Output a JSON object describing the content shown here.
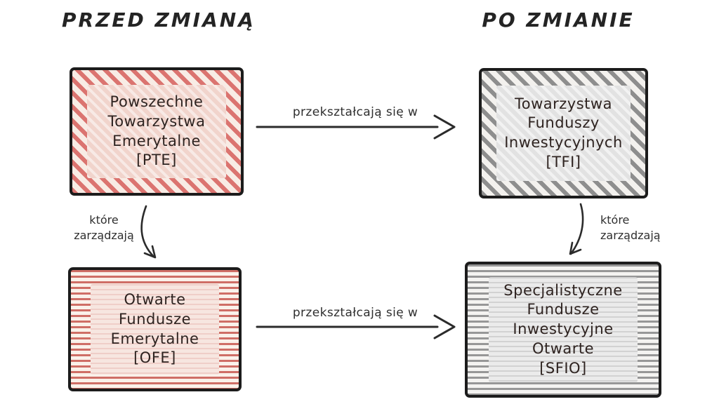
{
  "diagram": {
    "before": {
      "title": "PRZED ZMIANĄ"
    },
    "after": {
      "title": "PO ZMIANIE"
    },
    "boxes": {
      "pte": {
        "label": "Powszechne\nTowarzystwa\nEmerytalne\n[PTE]",
        "theme": "red-diagonal-hatch"
      },
      "tfi": {
        "label": "Towarzystwa\nFunduszy\nInwestycyjnych\n[TFI]",
        "theme": "gray-diagonal-hatch"
      },
      "ofe": {
        "label": "Otwarte\nFundusze\nEmerytalne\n[OFE]",
        "theme": "red-horizontal-lines"
      },
      "sfio": {
        "label": "Specjalistyczne\nFundusze\nInwestycyjne\nOtwarte\n[SFIO]",
        "theme": "gray-horizontal-lines"
      }
    },
    "arrows": {
      "transform_label": "przekształcają się w",
      "manage_label": "które\nzarządzają"
    },
    "colors": {
      "red_accent": "#d96f6b",
      "gray_accent": "#8e8e8e",
      "ink": "#2b2b2b",
      "background": "#ffffff"
    }
  }
}
